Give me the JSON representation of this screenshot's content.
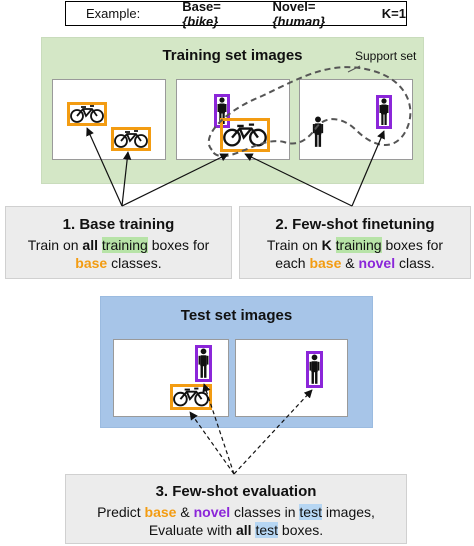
{
  "example": {
    "prefix": "Example:",
    "base_label": "Base=",
    "base_value": "{bike}",
    "novel_label": "Novel=",
    "novel_value": "{human}",
    "k_text": "K=1"
  },
  "training_panel": {
    "title": "Training set images",
    "support_label": "Support set"
  },
  "base_training": {
    "heading": "1. Base training",
    "line1_pre": "Train on ",
    "line1_all": "all",
    "line1_sp": " ",
    "line1_training": "training",
    "line1_post": " boxes for",
    "line2_base": "base",
    "line2_post": " classes."
  },
  "fewshot_finetuning": {
    "heading": "2. Few-shot finetuning",
    "line1_pre": "Train on ",
    "line1_k": "K",
    "line1_sp": " ",
    "line1_training": "training",
    "line1_post": " boxes for",
    "line2_pre": "each ",
    "line2_base": "base",
    "line2_amp": " & ",
    "line2_novel": "novel",
    "line2_post": " class."
  },
  "test_panel": {
    "title": "Test set images"
  },
  "fewshot_evaluation": {
    "heading": "3. Few-shot evaluation",
    "line1_pre": "Predict ",
    "line1_base": "base",
    "line1_amp": " & ",
    "line1_novel": "novel",
    "line1_mid": " classes in ",
    "line1_test": "test",
    "line1_post": " images,",
    "line2_pre": "Evaluate with ",
    "line2_all": "all",
    "line2_sp": " ",
    "line2_test": "test",
    "line2_post": " boxes."
  },
  "colors": {
    "base_orange": "#f39c12",
    "novel_purple": "#8b26d9",
    "training_panel_green": "#d4e7c6",
    "test_panel_blue": "#a7c5e8",
    "callout_gray": "#ececec"
  },
  "icons": [
    "bike-icon",
    "person-icon"
  ]
}
